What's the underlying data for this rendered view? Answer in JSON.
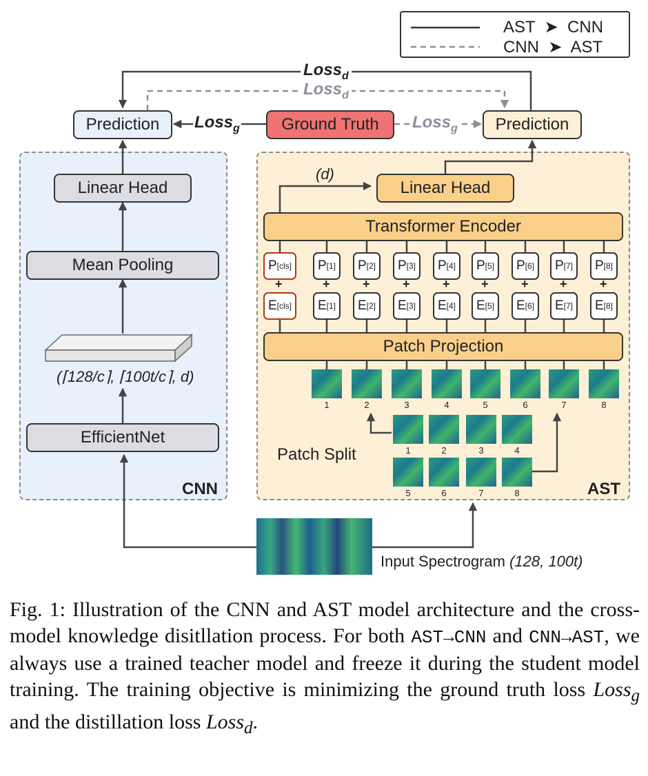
{
  "legend": {
    "solid": {
      "from": "AST",
      "to": "CNN"
    },
    "dashed": {
      "from": "CNN",
      "to": "AST"
    }
  },
  "losses": {
    "distill_top": {
      "base": "Loss",
      "sub": "d"
    },
    "distill_dashed": {
      "base": "Loss",
      "sub": "d"
    },
    "ground_left": {
      "base": "Loss",
      "sub": "g"
    },
    "ground_right": {
      "base": "Loss",
      "sub": "g"
    }
  },
  "ground_truth": "Ground Truth",
  "cnn": {
    "panel_label": "CNN",
    "prediction": "Prediction",
    "linear_head": "Linear Head",
    "mean_pooling": "Mean Pooling",
    "feature_shape": "(⌈128/c⌉, ⌈100t/c⌉, d)",
    "backbone": "EfficientNet"
  },
  "ast": {
    "panel_label": "AST",
    "prediction": "Prediction",
    "dim_label": "(d)",
    "linear_head": "Linear Head",
    "encoder": "Transformer Encoder",
    "p_tokens": [
      {
        "base": "P",
        "sub": "[cls]"
      },
      {
        "base": "P",
        "sub": "[1]"
      },
      {
        "base": "P",
        "sub": "[2]"
      },
      {
        "base": "P",
        "sub": "[3]"
      },
      {
        "base": "P",
        "sub": "[4]"
      },
      {
        "base": "P",
        "sub": "[5]"
      },
      {
        "base": "P",
        "sub": "[6]"
      },
      {
        "base": "P",
        "sub": "[7]"
      },
      {
        "base": "P",
        "sub": "[8]"
      }
    ],
    "e_tokens": [
      {
        "base": "E",
        "sub": "[cls]"
      },
      {
        "base": "E",
        "sub": "[1]"
      },
      {
        "base": "E",
        "sub": "[2]"
      },
      {
        "base": "E",
        "sub": "[3]"
      },
      {
        "base": "E",
        "sub": "[4]"
      },
      {
        "base": "E",
        "sub": "[5]"
      },
      {
        "base": "E",
        "sub": "[6]"
      },
      {
        "base": "E",
        "sub": "[7]"
      },
      {
        "base": "E",
        "sub": "[8]"
      }
    ],
    "plus": "+",
    "patch_projection": "Patch Projection",
    "patch_row_numbers": [
      "1",
      "2",
      "3",
      "4",
      "5",
      "6",
      "7",
      "8"
    ],
    "patch_split_label": "Patch Split",
    "split_numbers": [
      "1",
      "2",
      "3",
      "4",
      "5",
      "6",
      "7",
      "8"
    ]
  },
  "input": {
    "label": "Input Spectrogram",
    "shape": "(128, 100t)"
  },
  "caption": {
    "prefix": "Fig. 1: Illustration of the CNN and AST model architecture and the cross-model knowledge disitllation process. For both ",
    "code1": "AST→CNN",
    "mid1": " and ",
    "code2": "CNN→AST",
    "mid2": ", we always use a trained teacher model and freeze it during the student model training. The training objective is minimizing the ground truth loss ",
    "lossg": "Loss",
    "lossg_sub": "g",
    "mid3": " and the distillation loss ",
    "lossd": "Loss",
    "lossd_sub": "d",
    "suffix": "."
  }
}
